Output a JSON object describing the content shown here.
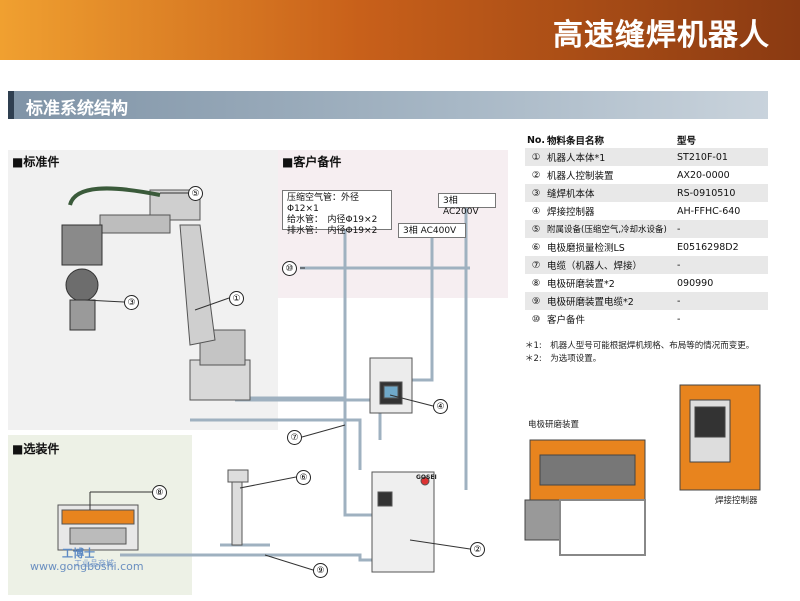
{
  "header": {
    "title": "高速缝焊机器人"
  },
  "section": {
    "title": "标准系统结构"
  },
  "panels": {
    "standard": "■标准件",
    "customer": "■客户备件",
    "optional": "■选装件"
  },
  "boxes": {
    "air_water": [
      "压缩空气管：外径Φ12×1",
      "给水管：　内径Φ19×2",
      "排水管：　内径Φ19×2"
    ],
    "ac400": "3相 AC400V",
    "ac200": "3相 AC200V"
  },
  "callouts": [
    "①",
    "②",
    "③",
    "④",
    "⑤",
    "⑥",
    "⑦",
    "⑧",
    "⑨",
    "⑩"
  ],
  "table": {
    "headers": [
      "No.",
      "物料条目名称",
      "型号"
    ],
    "rows": [
      {
        "no": "①",
        "name": "机器人本体*1",
        "model": "ST210F-01"
      },
      {
        "no": "②",
        "name": "机器人控制装置",
        "model": "AX20-0000"
      },
      {
        "no": "③",
        "name": "缝焊机本体",
        "model": "RS-0910510"
      },
      {
        "no": "④",
        "name": "焊接控制器",
        "model": "AH-FFHC-640"
      },
      {
        "no": "⑤",
        "name": "附属设备(压缩空气,冷却水设备)",
        "model": "-"
      },
      {
        "no": "⑥",
        "name": "电极磨损量检测LS",
        "model": "E0516298D2"
      },
      {
        "no": "⑦",
        "name": "电缆（机器人、焊接）",
        "model": "-"
      },
      {
        "no": "⑧",
        "name": "电极研磨装置*2",
        "model": "090990"
      },
      {
        "no": "⑨",
        "name": "电极研磨装置电缆*2",
        "model": "-"
      },
      {
        "no": "⑩",
        "name": "客户备件",
        "model": "-"
      }
    ]
  },
  "notes": [
    "＊1:　机器人型号可能根据焊机规格、布局等的情况而变更。",
    "＊2:　为选项设置。"
  ],
  "captions": {
    "grinder": "电极研磨装置",
    "controller": "焊接控制器"
  },
  "controller_brand": "GOSEI",
  "watermark": {
    "cn": "工博士",
    "sub": "工业品商城",
    "url": "www.gongboshi.com"
  },
  "colors": {
    "line": "#9fb1c0",
    "accent": "#e8841e",
    "grey_device": "#bfbfbf"
  }
}
